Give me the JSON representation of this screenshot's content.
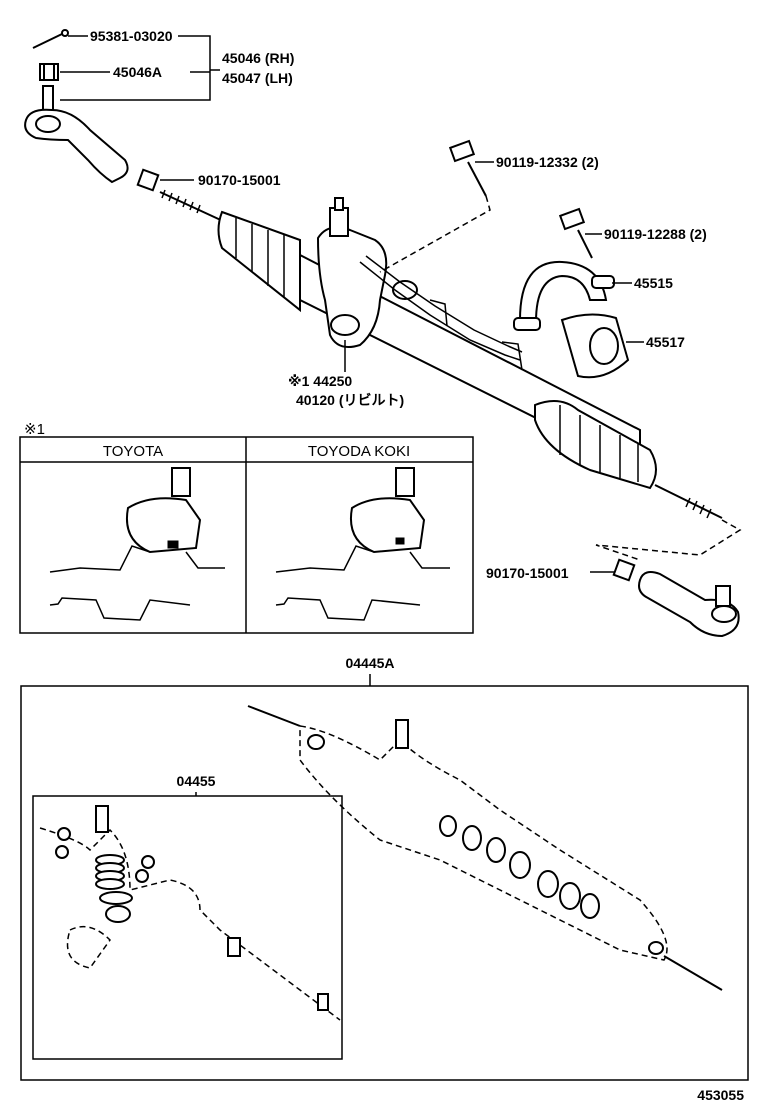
{
  "labels": {
    "pin": "95381-03020",
    "nut": "45046A",
    "tie_end_rh": "45046 (RH)",
    "tie_end_lh": "45047 (LH)",
    "locknut_upper": "90170-15001",
    "bolt_1": "90119-12332 (2)",
    "bolt_2": "90119-12288 (2)",
    "bracket": "45515",
    "bushing": "45517",
    "rack_code": "※1 44250",
    "rack_rebuilt": "40120 (リビルト)",
    "locknut_lower": "90170-15001",
    "kit_main": "04445A",
    "kit_sub": "04455",
    "figure_no": "453055"
  },
  "note_box": {
    "marker": "※1",
    "col_left": "TOYOTA",
    "col_right": "TOYODA KOKI"
  }
}
